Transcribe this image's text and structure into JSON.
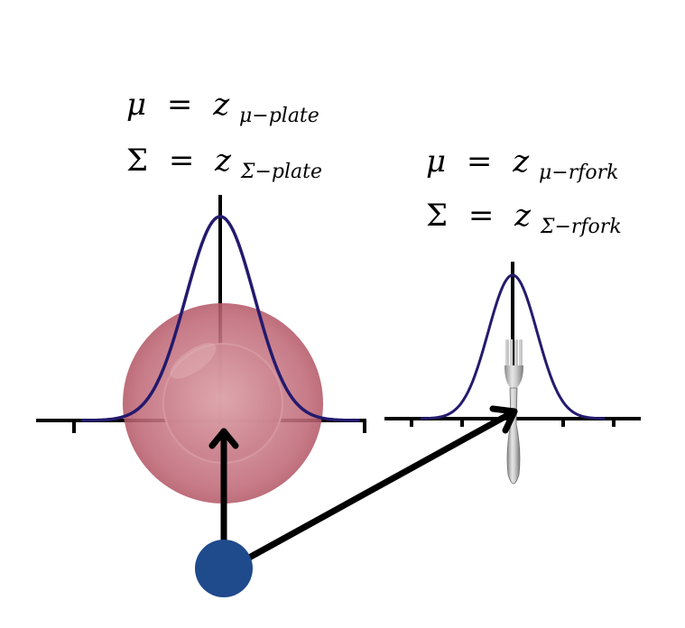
{
  "plate_group": {
    "mean_symbol": "μ",
    "mean_value": "z",
    "mean_subscript": "μ−plate",
    "cov_symbol": "Σ",
    "cov_value": "z",
    "cov_subscript": "Σ−plate",
    "equals": "="
  },
  "fork_group": {
    "mean_symbol": "μ",
    "mean_value": "z",
    "mean_subscript": "μ−rfork",
    "cov_symbol": "Σ",
    "cov_value": "z",
    "cov_subscript": "Σ−rfork",
    "equals": "="
  },
  "colors": {
    "curve": "#241a6e",
    "plate_rim": "#c06a78",
    "plate_center": "#d08a94",
    "latent_node": "#1f4a8c",
    "arrow": "#000000",
    "axis": "#000000"
  },
  "icons": {
    "plate": "plate-icon",
    "fork": "fork-icon",
    "latent": "latent-node-icon"
  }
}
